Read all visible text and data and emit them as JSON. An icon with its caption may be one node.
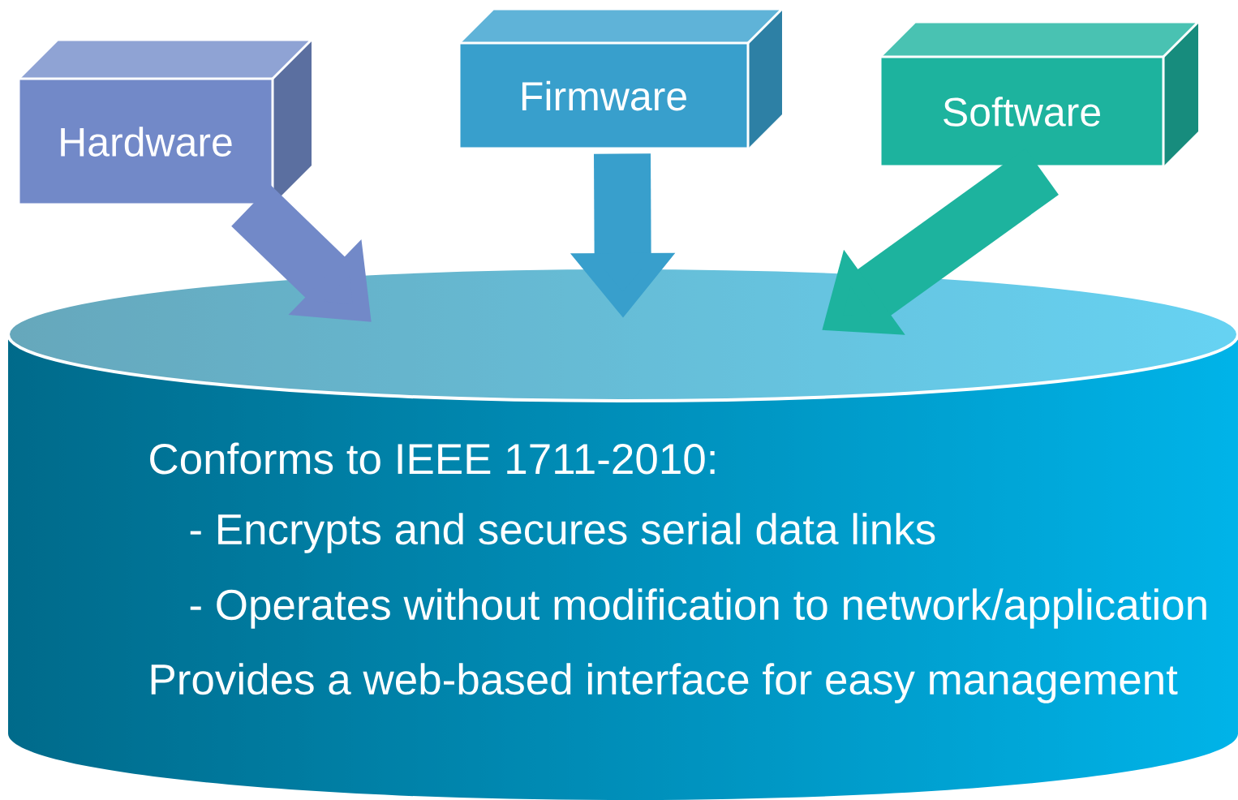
{
  "diagram": {
    "nodes": [
      {
        "text": [
          "Hardware"
        ]
      },
      {
        "text": [
          "Firmware"
        ]
      },
      {
        "text": [
          "Software"
        ]
      },
      {
        "text": [
          "Conforms to IEEE 1711-2010:",
          "- Encrypts and secures serial data links",
          "- Operates without modification to network/application",
          "Provides a web-based interface for easy management"
        ]
      }
    ],
    "edges": [
      {
        "from": 0,
        "to": 3,
        "arrow": "to",
        "color": "#7289c8"
      },
      {
        "from": 1,
        "to": 3,
        "arrow": "to",
        "color": "#389fcc"
      },
      {
        "from": 2,
        "to": 3,
        "arrow": "to",
        "color": "#1db39e"
      }
    ]
  }
}
